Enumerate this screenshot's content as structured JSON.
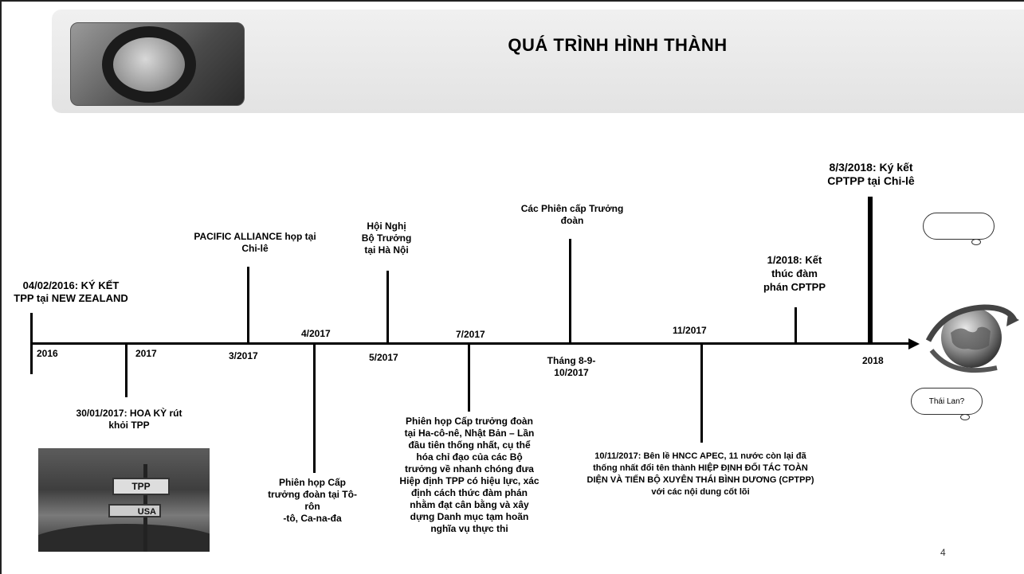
{
  "header": {
    "title": "QUÁ TRÌNH HÌNH THÀNH"
  },
  "axis": {
    "y2016": "2016",
    "y2017": "2017",
    "y2018": "2018",
    "m3": "3/2017",
    "m4": "4/2017",
    "m5": "5/2017",
    "m7": "7/2017",
    "m8": "Tháng 8-9-\n10/2017",
    "m11": "11/2017"
  },
  "events": {
    "e1": "04/02/2016: KÝ KẾT\nTPP tại NEW ZEALAND",
    "e2": "30/01/2017: HOA KỲ rút\nkhỏi TPP",
    "e3": "PACIFIC ALLIANCE họp tại\nChi-lê",
    "e4": "Phiên họp Cấp\ntrưởng đoàn tại Tô-\nrôn\n-tô, Ca-na-đa",
    "e5": "Hội Nghị\nBộ Trưởng\ntại Hà Nội",
    "e6": "Phiên họp Cấp trưởng đoàn\ntại Ha-cô-nê, Nhật Bản – Lần\nđầu tiên thống nhất, cụ thể\nhóa chỉ đạo của các Bộ\ntrưởng về nhanh chóng đưa\nHiệp định TPP có hiệu lực, xác\nđịnh cách thức đàm phán\nnhằm đạt cân bằng và xây\ndựng Danh mục tạm hoãn\nnghĩa vụ thực thi",
    "e7": "Các Phiên cấp Trưởng\nđoàn",
    "e8": "10/11/2017: Bên lề HNCC APEC, 11 nước còn lại đã\nthống nhất đổi tên thành HIỆP ĐỊNH ĐỐI TÁC TOÀN\nDIỆN VÀ TIẾN BỘ XUYÊN THÁI BÌNH DƯƠNG (CPTPP)\nvới các nội dung cốt  lõi",
    "e9": "1/2018: Kết\nthúc đàm\nphán CPTPP",
    "e10": "8/3/2018: Ký kết\nCPTPP tại Chi-lê"
  },
  "cloud_text": "Thái Lan?",
  "photo": {
    "sign_top": "TPP",
    "sign_bottom": "USA"
  },
  "page_number": "4"
}
